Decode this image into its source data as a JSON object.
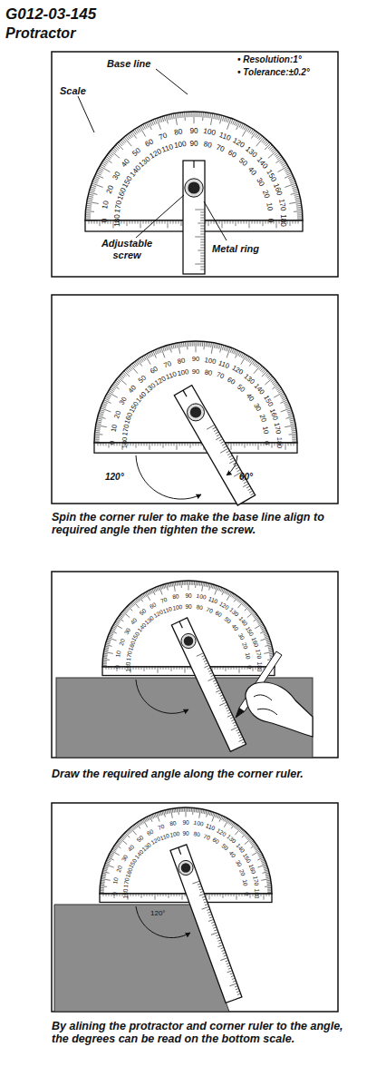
{
  "diagram": {
    "title": "G012-03-145",
    "labels": [
      "Protractor",
      "Base line",
      "• Resolution:1°",
      "• Tolerance:±0.2°",
      "Scale",
      "Adjustable screw",
      "Metal ring",
      "0",
      "10",
      "20",
      "30",
      "40",
      "50",
      "60",
      "70",
      "80",
      "90",
      "100",
      "110",
      "120",
      "130",
      "140",
      "150",
      "160",
      "170",
      "180",
      "180",
      "170",
      "160",
      "150",
      "140",
      "130",
      "120",
      "110",
      "100",
      "90",
      "80",
      "70",
      "60",
      "50",
      "40",
      "30",
      "20",
      "10",
      "0",
      "120°",
      "60°",
      "0",
      "10",
      "20",
      "30",
      "40",
      "50",
      "60",
      "70",
      "80",
      "90",
      "100",
      "110",
      "120",
      "130",
      "140",
      "150",
      "160",
      "170",
      "180",
      "180",
      "170",
      "160",
      "150",
      "140",
      "130",
      "120",
      "110",
      "100",
      "90",
      "80",
      "70",
      "60",
      "50",
      "40",
      "30",
      "20",
      "10",
      "0",
      "Spin the corner ruler to make the base line align to required angle then tighten the screw.",
      "0",
      "10",
      "20",
      "30",
      "40",
      "50",
      "60",
      "70",
      "80",
      "90",
      "100",
      "110",
      "120",
      "130",
      "140",
      "150",
      "160",
      "170",
      "180",
      "180",
      "170",
      "160",
      "150",
      "140",
      "130",
      "120",
      "110",
      "100",
      "90",
      "80",
      "70",
      "60",
      "50",
      "40",
      "30",
      "20",
      "10",
      "0",
      "Draw the required angle along the corner ruler.",
      "120°",
      "0",
      "10",
      "20",
      "30",
      "40",
      "50",
      "60",
      "70",
      "80",
      "90",
      "100",
      "110",
      "120",
      "130",
      "140",
      "150",
      "160",
      "170",
      "180",
      "180",
      "170",
      "160",
      "150",
      "140",
      "130",
      "120",
      "110",
      "100",
      "90",
      "80",
      "70",
      "60",
      "50",
      "40",
      "30",
      "20",
      "10",
      "0",
      "By alining the protractor and corner ruler to the angle, the degrees can be read on the bottom scale."
    ]
  }
}
